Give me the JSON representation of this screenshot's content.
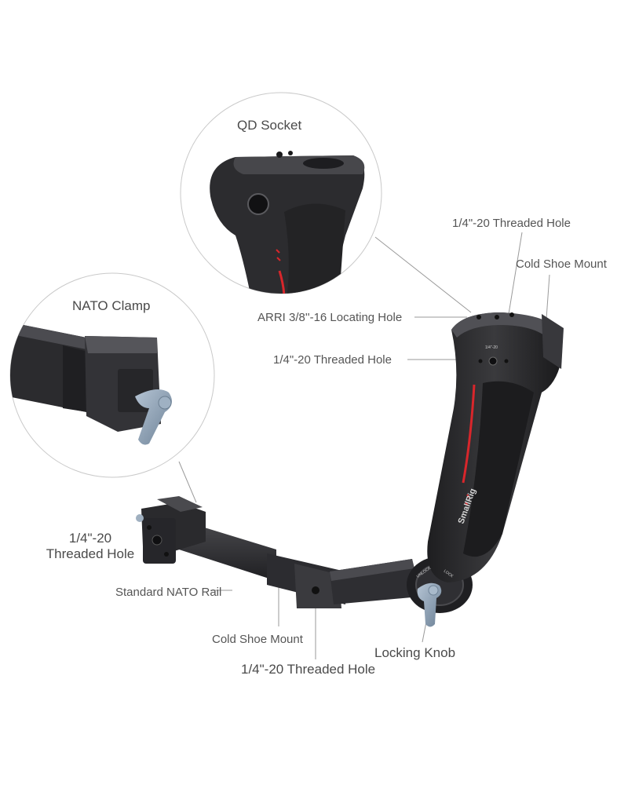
{
  "callouts": {
    "qd_socket": "QD Socket",
    "nato_clamp": "NATO Clamp",
    "top_threaded_hole": "1/4\"-20 Threaded Hole",
    "cold_shoe_mount_top": "Cold Shoe Mount",
    "arri_locating_hole": "ARRI 3/8''-16 Locating Hole",
    "front_threaded_hole": "1/4\"-20 Threaded Hole",
    "left_threaded_hole_line1": "1/4\"-20",
    "left_threaded_hole_line2": "Threaded Hole",
    "standard_nato_rail": "Standard NATO Rail",
    "cold_shoe_mount_bottom": "Cold Shoe Mount",
    "locking_knob": "Locking Knob",
    "bottom_threaded_hole": "1/4\"-20 Threaded Hole"
  },
  "product_markings": {
    "brand": "SmallRig",
    "thread_marking": "1/4\"-20",
    "lock_label": "LOCK",
    "unlock_label": "UNLOCK"
  },
  "colors": {
    "accent_red": "#d8262b",
    "body_dark": "#2a2a2c",
    "knob_blue": "#8fa3b8",
    "leader_line": "#9a9a9a",
    "label_text": "#555555"
  }
}
